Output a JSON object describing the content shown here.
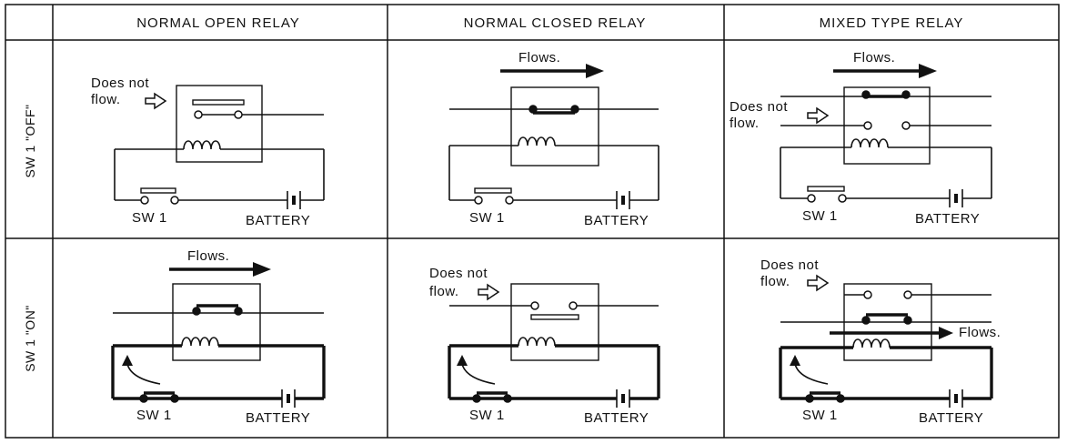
{
  "headers": {
    "col1": "NORMAL OPEN RELAY",
    "col2": "NORMAL CLOSED RELAY",
    "col3": "MIXED TYPE RELAY"
  },
  "rows": {
    "off": "SW 1 \"OFF\"",
    "on": "SW 1 \"ON\""
  },
  "labels": {
    "flows": "Flows.",
    "does_not_line1": "Does not",
    "does_not_line2": "flow.",
    "sw1": "SW 1",
    "battery": "BATTERY"
  }
}
